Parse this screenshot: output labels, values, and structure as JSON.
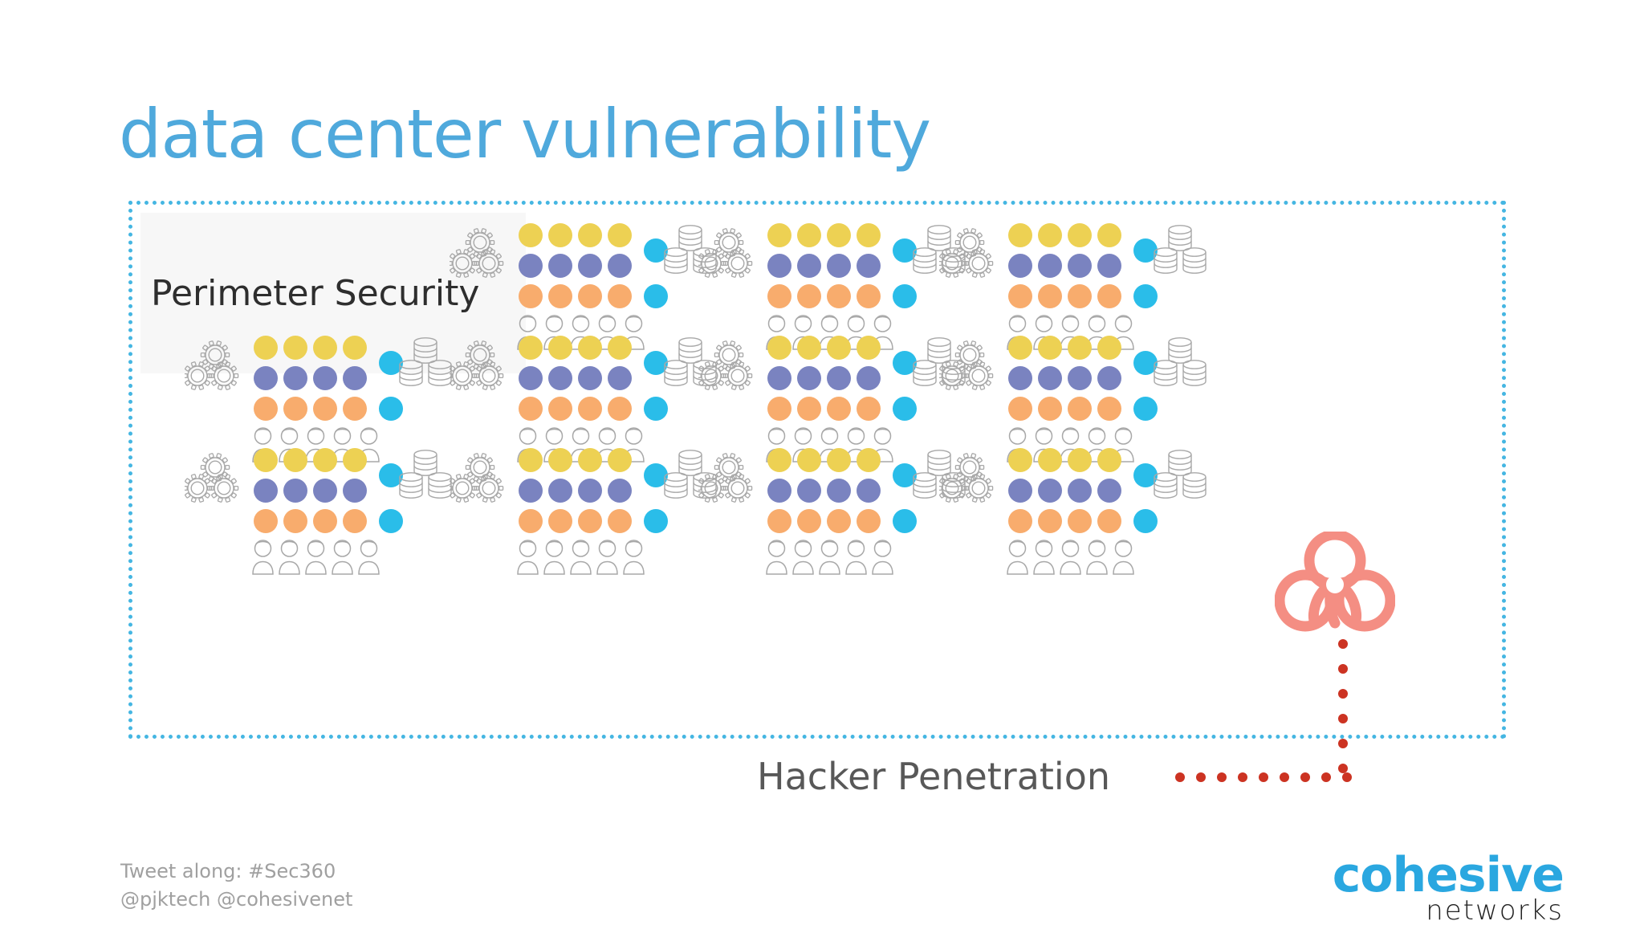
{
  "slide": {
    "title": "data center vulnerability",
    "background_color": "#ffffff",
    "accent_color": "#4FA9DC"
  },
  "perimeter": {
    "label": "Perimeter Security",
    "border_color": "#45B6E2",
    "box_fill": "#F7F7F7"
  },
  "legend_colors": {
    "yellow": "#EDD153",
    "purple": "#7A83C0",
    "orange": "#F8AC6D",
    "cyan": "#2ABDE9",
    "icon_outline": "#A8A8A8",
    "hazard": "#F26F61",
    "trail": "#CC3322"
  },
  "cluster_template": {
    "gear_count": 3,
    "database_count": 3,
    "person_count": 5,
    "dot_rows": [
      {
        "color": "yellow",
        "count": 4
      },
      {
        "color": "purple",
        "count": 4
      },
      {
        "color": "orange",
        "count": 4
      }
    ],
    "cyan_dots": 2
  },
  "racks": {
    "rows": [
      {
        "row": 1,
        "clusters": [
          {
            "col": 2,
            "compromised": false
          },
          {
            "col": 3,
            "compromised": false
          },
          {
            "col": 4,
            "compromised": false
          }
        ]
      },
      {
        "row": 2,
        "clusters": [
          {
            "col": 1,
            "compromised": false
          },
          {
            "col": 2,
            "compromised": false
          },
          {
            "col": 3,
            "compromised": false
          },
          {
            "col": 4,
            "compromised": false
          }
        ]
      },
      {
        "row": 3,
        "clusters": [
          {
            "col": 1,
            "compromised": false
          },
          {
            "col": 2,
            "compromised": false
          },
          {
            "col": 3,
            "compromised": false
          },
          {
            "col": 4,
            "compromised": true
          }
        ]
      }
    ],
    "total_clusters": 11,
    "compromised_count": 1
  },
  "attack": {
    "label": "Hacker Penetration",
    "hazard_icon": "biohazard-icon",
    "trail_color": "#CC3322",
    "vertical_dots": 6,
    "horizontal_dots": 9
  },
  "footer": {
    "tweet_line1": "Tweet along: #Sec360",
    "tweet_line2": "@pjktech  @cohesivenet"
  },
  "logo": {
    "brand": "cohesive",
    "sub": "networks",
    "brand_color": "#2AA7E0"
  }
}
